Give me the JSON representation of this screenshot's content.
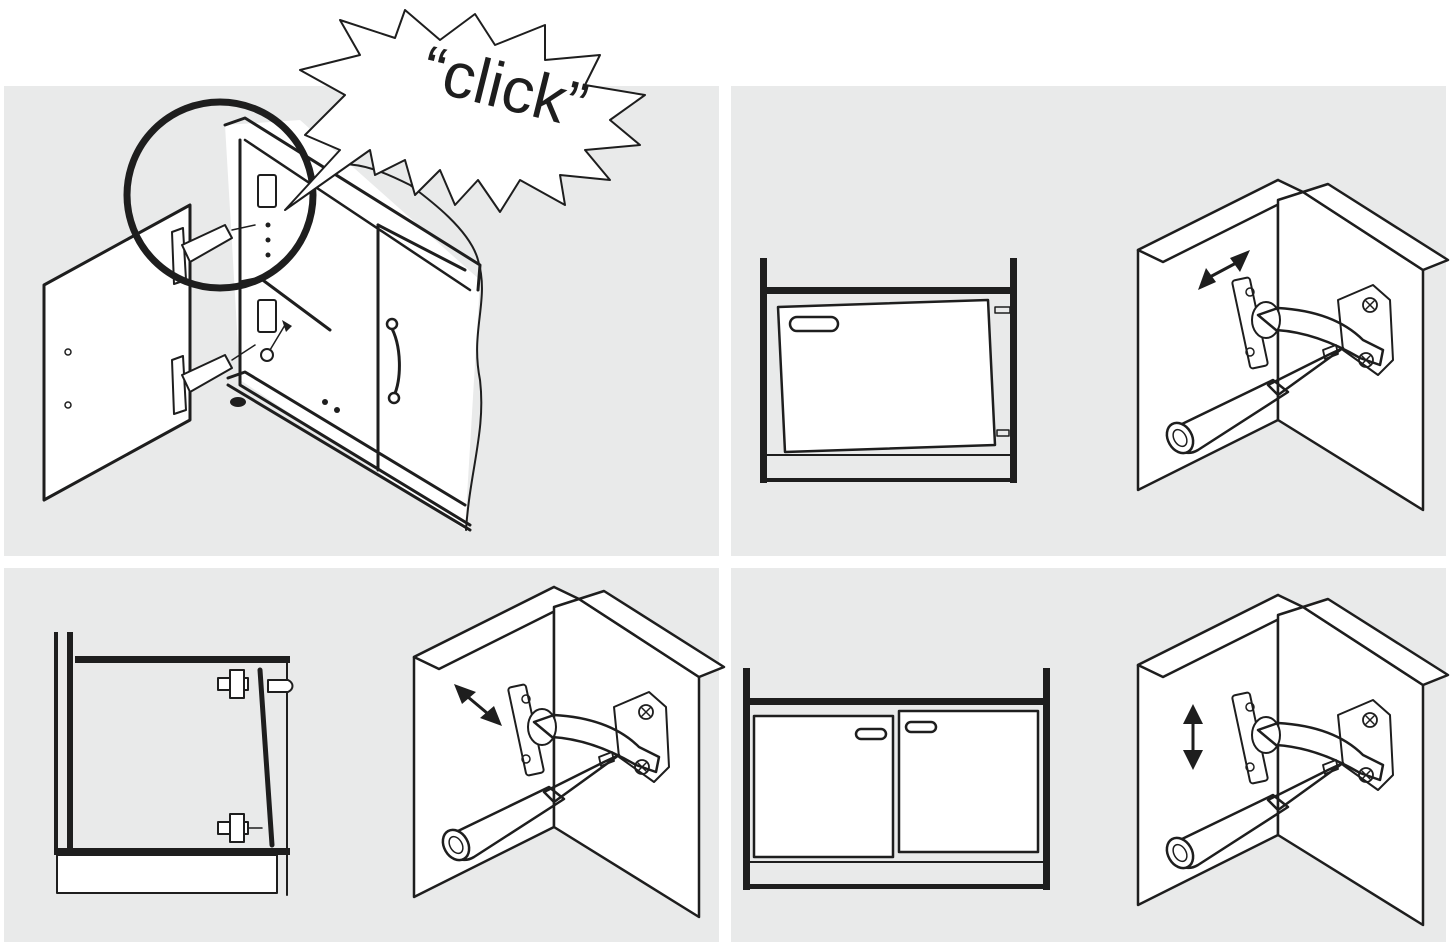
{
  "figure": {
    "callout_text": "“click”",
    "colors": {
      "panel_bg": "#e9eaea",
      "line": "#1e1e1e",
      "white": "#ffffff"
    },
    "panels": [
      {
        "id": "step-click-mount",
        "icons": [
          "cabinet-open-door-icon",
          "magnifier-circle-icon",
          "speech-burst-icon"
        ]
      },
      {
        "id": "step-side-adjust-tilted",
        "icons": [
          "cabinet-front-view-icon",
          "hinge-screwdriver-icon",
          "horizontal-arrow-icon"
        ]
      },
      {
        "id": "step-depth-adjust",
        "icons": [
          "cabinet-top-view-icon",
          "hinge-screwdriver-icon",
          "diagonal-arrow-icon"
        ]
      },
      {
        "id": "step-height-adjust",
        "icons": [
          "two-door-cabinet-icon",
          "hinge-screwdriver-icon",
          "vertical-arrow-icon"
        ]
      }
    ]
  }
}
